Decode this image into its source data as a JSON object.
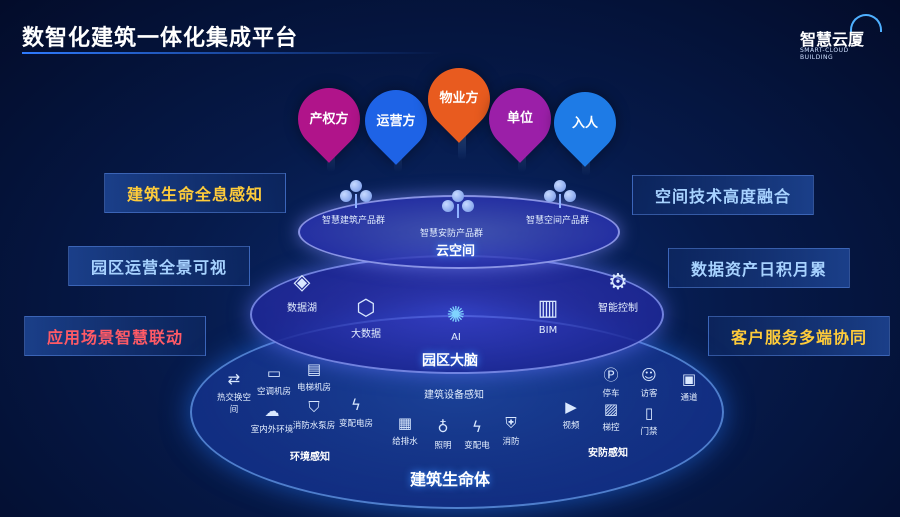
{
  "header": {
    "title": "数智化建筑一体化集成平台",
    "logo_text": "智慧云厦",
    "logo_sub": "SMART-CLOUD BUILDING"
  },
  "pins": [
    {
      "label": "产权方",
      "color": "#b0148a"
    },
    {
      "label": "运营方",
      "color": "#1e63e6"
    },
    {
      "label": "物业方",
      "color": "#e85b1f"
    },
    {
      "label": "单位",
      "color": "#9b1fa8"
    },
    {
      "label": "入人",
      "color": "#1e7be6"
    }
  ],
  "features_left": [
    {
      "label": "建筑生命全息感知"
    },
    {
      "label": "园区运营全景可视"
    },
    {
      "label": "应用场景智慧联动"
    }
  ],
  "features_right": [
    {
      "label": "空间技术高度融合"
    },
    {
      "label": "数据资产日积月累"
    },
    {
      "label": "客户服务多端协同"
    }
  ],
  "top_tier": {
    "label": "云空间",
    "groups": [
      "智慧建筑产品群",
      "智慧安防产品群",
      "智慧空间产品群"
    ]
  },
  "middle_tier": {
    "label": "园区大脑",
    "items": [
      "数据湖",
      "大数据",
      "AI",
      "BIM",
      "智能控制"
    ]
  },
  "bottom_tier": {
    "label": "建筑生命体",
    "env_label": "环境感知",
    "env_items": [
      "热交换空间",
      "空调机房",
      "电梯机房",
      "室内外环境",
      "消防水泵房",
      "变配电房"
    ],
    "building_label": "建筑设备感知",
    "building_items": [
      "给排水",
      "照明",
      "变配电",
      "消防"
    ],
    "security_label": "安防感知",
    "security_items": [
      "停车",
      "访客",
      "通道",
      "视频",
      "梯控",
      "门禁"
    ]
  },
  "colors": {
    "accent": "#2f7bff",
    "gold": "#ffcc3a",
    "label_blue": "#a7d2ff",
    "red": "#ff5a66"
  }
}
